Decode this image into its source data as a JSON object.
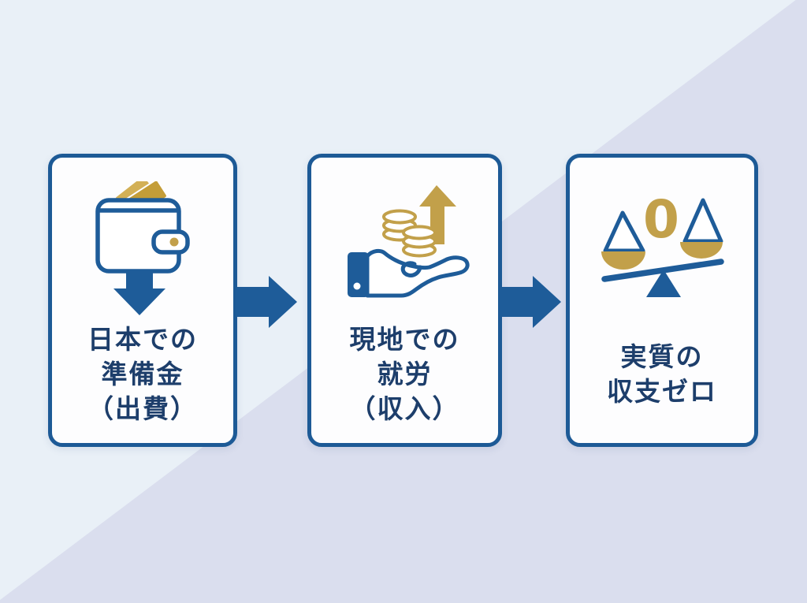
{
  "background": {
    "light_color": "#e9f0f7",
    "dark_color": "#dadeee",
    "split": "diagonal-top-right-to-bottom-left"
  },
  "colors": {
    "primary_blue": "#1e5c99",
    "card_border_blue": "#1d5a96",
    "label_navy": "#1d3e6b",
    "gold": "#c2a04a",
    "card_background": "#fdfdfe"
  },
  "flow": {
    "steps": [
      {
        "id": "step-1",
        "icon": "wallet-expense-icon",
        "lines": [
          "日本での",
          "準備金",
          "（出費）"
        ]
      },
      {
        "id": "step-2",
        "icon": "hand-coins-income-icon",
        "lines": [
          "現地での",
          "就労",
          "（収入）"
        ]
      },
      {
        "id": "step-3",
        "icon": "balance-scale-zero-icon",
        "zero_glyph": "0",
        "lines": [
          "実質の",
          "収支ゼロ"
        ]
      }
    ],
    "connectors": [
      {
        "id": "connector-1",
        "type": "arrow-right"
      },
      {
        "id": "connector-2",
        "type": "arrow-right"
      }
    ]
  }
}
